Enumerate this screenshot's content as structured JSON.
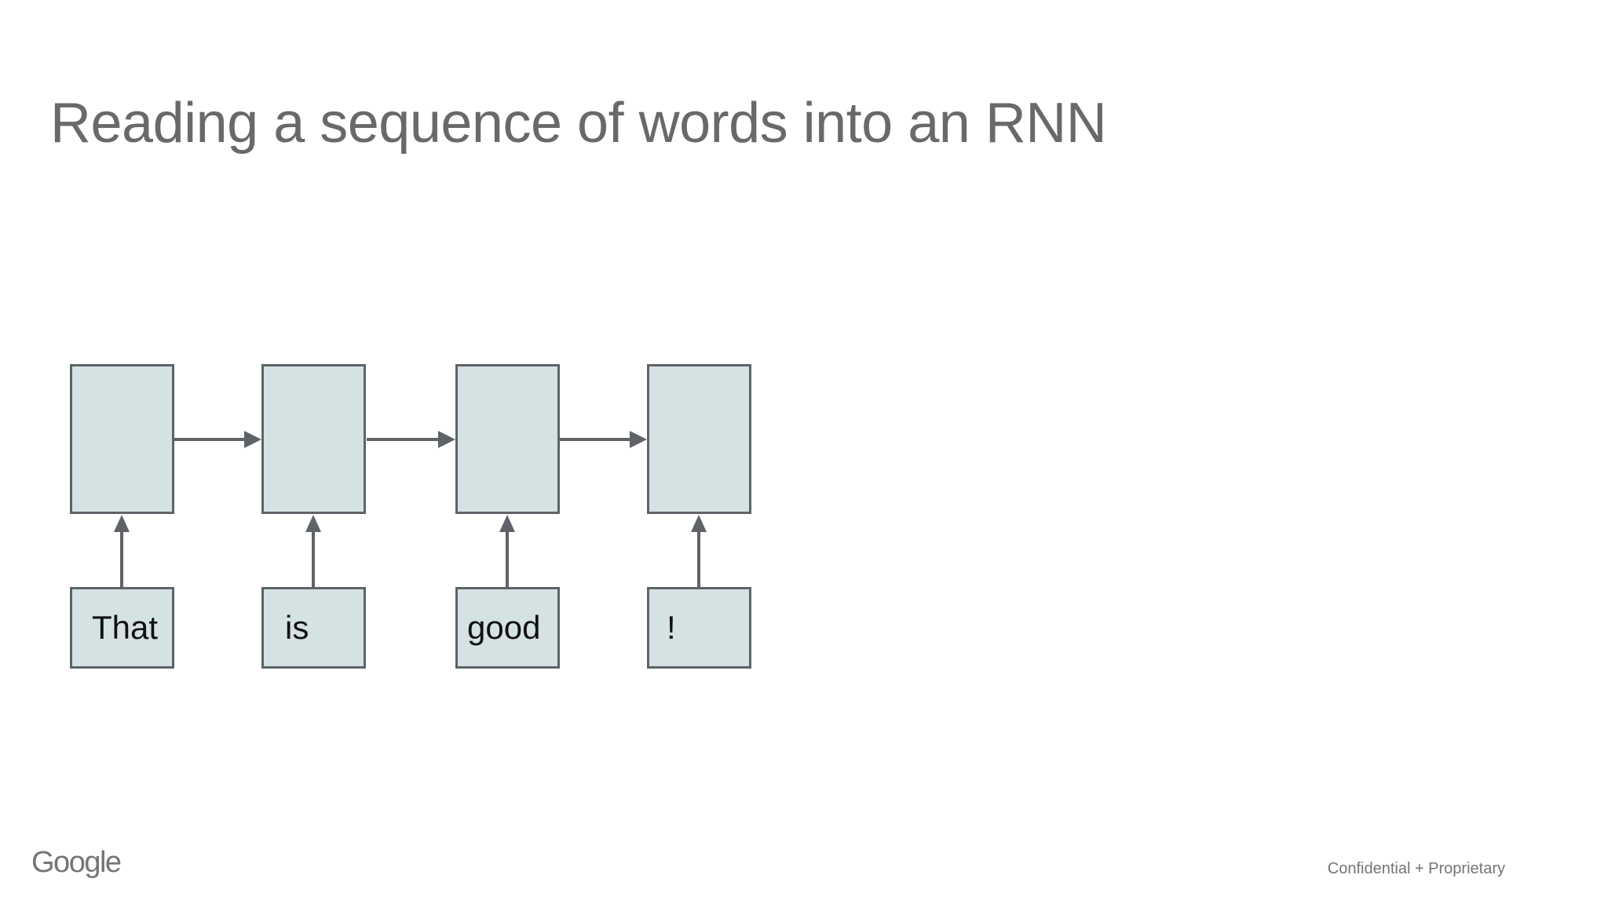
{
  "slide": {
    "title": "Reading a sequence of words into an RNN"
  },
  "diagram": {
    "type": "rnn-sequence",
    "description": "Four RNN cells connected left-to-right by arrows; each cell receives one input word from a box below via an upward arrow.",
    "words": [
      "That",
      "is",
      "good",
      "!"
    ],
    "cell_count": 4,
    "hidden_arrow_count": 3,
    "input_arrow_count": 4
  },
  "footer": {
    "brand": "Google",
    "confidential": "Confidential + Proprietary"
  },
  "colors": {
    "box_fill": "#d5e2e4",
    "box_border": "#5f6368",
    "arrow": "#5f6368",
    "title_text": "#696969",
    "word_text": "#111111",
    "footer_text": "#757575",
    "background": "#ffffff"
  }
}
